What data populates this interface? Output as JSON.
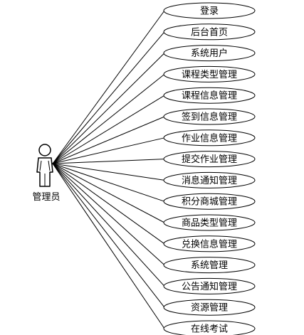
{
  "actor": {
    "name": "管理员"
  },
  "use_cases": [
    {
      "label": "登录"
    },
    {
      "label": "后台首页"
    },
    {
      "label": "系统用户"
    },
    {
      "label": "课程类型管理"
    },
    {
      "label": "课程信息管理"
    },
    {
      "label": "签到信息管理"
    },
    {
      "label": "作业信息管理"
    },
    {
      "label": "提交作业管理"
    },
    {
      "label": "消息通知管理"
    },
    {
      "label": "积分商城管理"
    },
    {
      "label": "商品类型管理"
    },
    {
      "label": "兑换信息管理"
    },
    {
      "label": "系统管理"
    },
    {
      "label": "公告通知管理"
    },
    {
      "label": "资源管理"
    },
    {
      "label": "在线考试"
    }
  ]
}
